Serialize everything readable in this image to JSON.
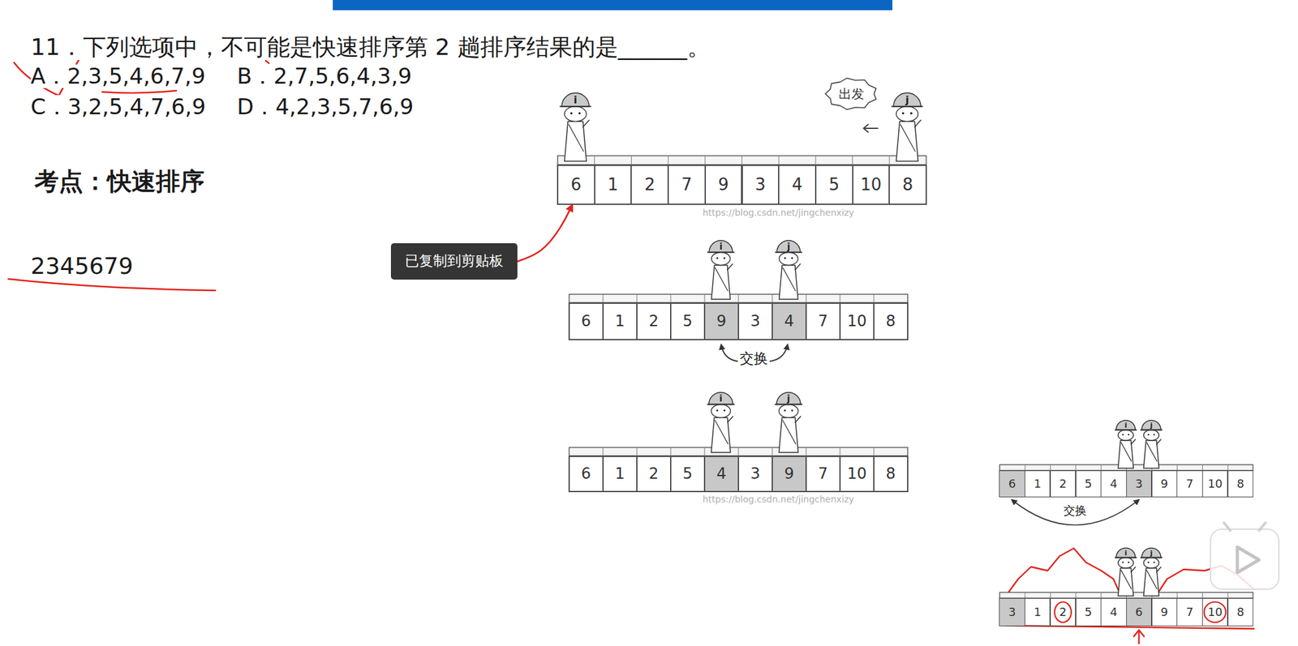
{
  "diagram": {
    "nodes": [
      {
        "text": [
          "出发"
        ]
      },
      {
        "text": [
          "6"
        ]
      },
      {
        "text": [
          "1"
        ]
      },
      {
        "text": [
          "2"
        ]
      },
      {
        "text": [
          "7"
        ]
      },
      {
        "text": [
          "9"
        ]
      },
      {
        "text": [
          "3"
        ]
      },
      {
        "text": [
          "4"
        ]
      },
      {
        "text": [
          "5"
        ]
      },
      {
        "text": [
          "10"
        ]
      },
      {
        "text": [
          "8"
        ]
      },
      {
        "text": [
          "已复制到剪贴板"
        ]
      },
      {
        "text": [
          "6"
        ]
      },
      {
        "text": [
          "1"
        ]
      },
      {
        "text": [
          "2"
        ]
      },
      {
        "text": [
          "5"
        ]
      },
      {
        "text": [
          "9"
        ]
      },
      {
        "text": [
          "3"
        ]
      },
      {
        "text": [
          "4"
        ]
      },
      {
        "text": [
          "7"
        ]
      },
      {
        "text": [
          "10"
        ]
      },
      {
        "text": [
          "8"
        ]
      },
      {
        "text": [
          "6"
        ]
      },
      {
        "text": [
          "1"
        ]
      },
      {
        "text": [
          "2"
        ]
      },
      {
        "text": [
          "5"
        ]
      },
      {
        "text": [
          "4"
        ]
      },
      {
        "text": [
          "3"
        ]
      },
      {
        "text": [
          "9"
        ]
      },
      {
        "text": [
          "7"
        ]
      },
      {
        "text": [
          "10"
        ]
      },
      {
        "text": [
          "8"
        ]
      },
      {
        "text": [
          "6"
        ]
      },
      {
        "text": [
          "1"
        ]
      },
      {
        "text": [
          "2"
        ]
      },
      {
        "text": [
          "5"
        ]
      },
      {
        "text": [
          "4"
        ]
      },
      {
        "text": [
          "3"
        ]
      },
      {
        "text": [
          "9"
        ]
      },
      {
        "text": [
          "7"
        ]
      },
      {
        "text": [
          "10"
        ]
      },
      {
        "text": [
          "8"
        ]
      },
      {
        "text": [
          "3"
        ]
      },
      {
        "text": [
          "1"
        ]
      },
      {
        "text": [
          "2"
        ]
      },
      {
        "text": [
          "5"
        ]
      },
      {
        "text": [
          "4"
        ]
      },
      {
        "text": [
          "6"
        ]
      },
      {
        "text": [
          "9"
        ]
      },
      {
        "text": [
          "7"
        ]
      },
      {
        "text": [
          "10"
        ]
      },
      {
        "text": [
          "8"
        ]
      }
    ],
    "edges": [
      {
        "from": 11,
        "to": 1,
        "arrow": "to"
      }
    ],
    "labels": [
      "11．下列选项中，不可能是快速排序第 2 趟排序结果的是______。",
      "A．2,3,5,4,6,7,9",
      "B．2,7,5,6,4,3,9",
      "C．3,2,5,4,7,6,9",
      "D．4,2,3,5,7,6,9",
      "考点：快速排序",
      "2345679",
      "i",
      "j",
      "i",
      "j",
      "交换",
      "i",
      "j",
      "i",
      "j",
      "交换",
      "i",
      "j",
      "https://blog.csdn.net/jingchenxizy",
      "https://blog.csdn.net/jingchenxizy"
    ]
  }
}
